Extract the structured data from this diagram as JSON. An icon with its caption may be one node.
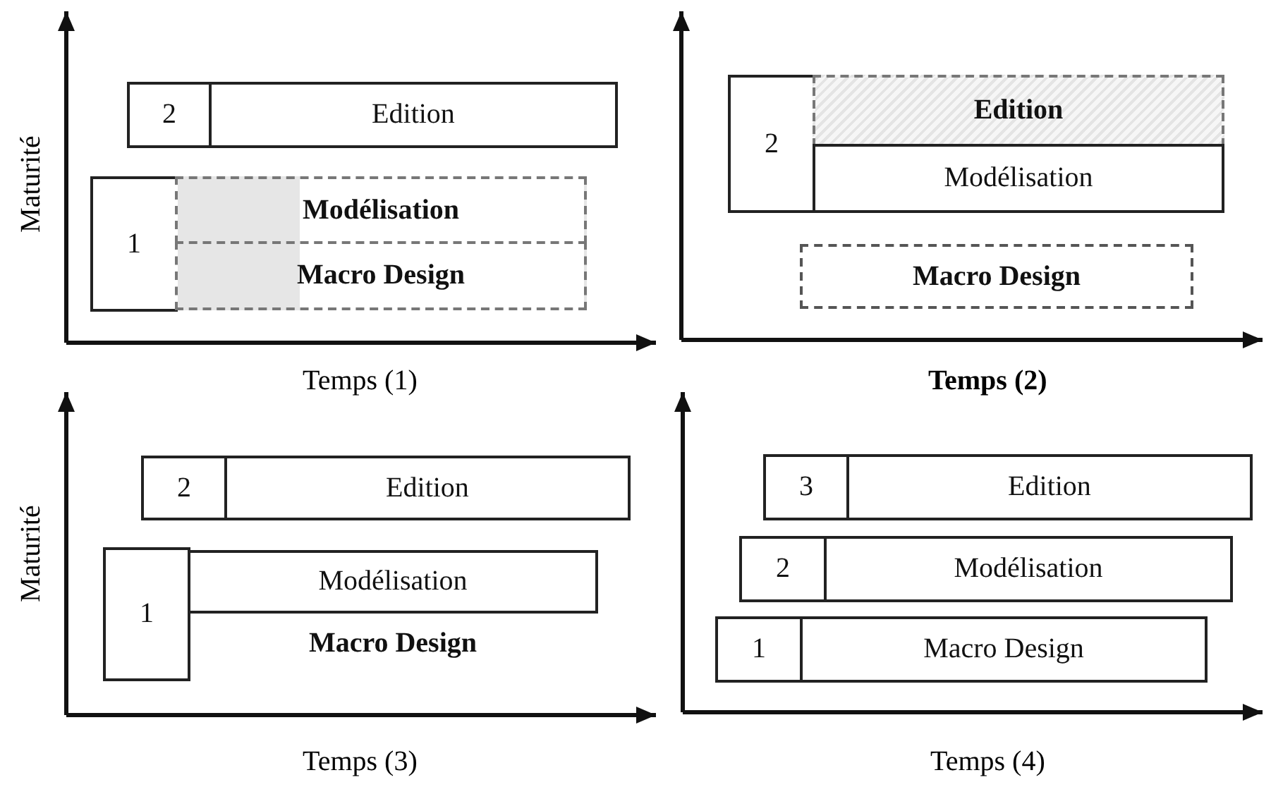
{
  "diagram": {
    "nodes": [
      {
        "text": [
          "2"
        ]
      },
      {
        "text": [
          "Edition"
        ]
      },
      {
        "text": [
          "1"
        ]
      },
      {
        "text": [
          "Modélisation"
        ]
      },
      {
        "text": [
          "Macro Design"
        ]
      },
      {
        "text": [
          "2"
        ]
      },
      {
        "text": [
          "Edition"
        ]
      },
      {
        "text": [
          "Modélisation"
        ]
      },
      {
        "text": [
          "Macro Design"
        ]
      },
      {
        "text": [
          "2"
        ]
      },
      {
        "text": [
          "Edition"
        ]
      },
      {
        "text": [
          "1"
        ]
      },
      {
        "text": [
          "Modélisation"
        ]
      },
      {
        "text": [
          "Macro Design"
        ]
      },
      {
        "text": [
          "3"
        ]
      },
      {
        "text": [
          "Edition"
        ]
      },
      {
        "text": [
          "2"
        ]
      },
      {
        "text": [
          "Modélisation"
        ]
      },
      {
        "text": [
          "1"
        ]
      },
      {
        "text": [
          "Macro Design"
        ]
      }
    ],
    "labels": [
      "Maturité",
      "Temps (1)",
      "Temps (2)",
      "Maturité",
      "Temps (3)",
      "Temps (4)"
    ]
  }
}
